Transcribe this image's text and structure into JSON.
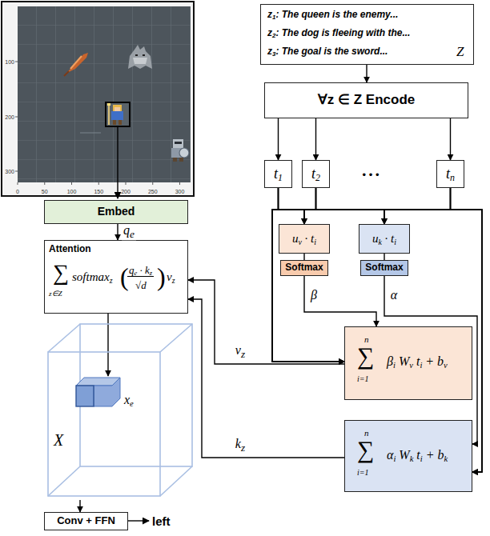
{
  "diagram": {
    "nodes": [
      {
        "text": [
          "z1: The queen is the enemy...",
          "z2: The dog is fleeing with the...",
          "z3: The goal is the sword...",
          "Z"
        ]
      },
      {
        "text": [
          "∀z ∈ Z Encode"
        ]
      },
      {
        "text": [
          "t1"
        ]
      },
      {
        "text": [
          "t2"
        ]
      },
      {
        "text": [
          "tn"
        ]
      },
      {
        "text": [
          "uv · ti"
        ]
      },
      {
        "text": [
          "uk · ti"
        ]
      },
      {
        "text": [
          "Softmax"
        ]
      },
      {
        "text": [
          "Softmax"
        ]
      },
      {
        "text": [
          "n",
          "∑",
          "i=1",
          "βi Wv ti + bv"
        ]
      },
      {
        "text": [
          "n",
          "∑",
          "i=1",
          "αi Wk ti + bk"
        ]
      },
      {
        "text": [
          "Embed"
        ]
      },
      {
        "text": [
          "Attention",
          "∑",
          "z∈Z",
          "softmaxz",
          "(",
          "qe · kz",
          "√d",
          ")",
          "vz"
        ]
      },
      {
        "text": [
          "X"
        ]
      },
      {
        "text": [
          "xe"
        ],
        "in": 13
      },
      {
        "text": [
          "Conv + FFN"
        ]
      }
    ],
    "edges": [
      {
        "from": 0,
        "to": 1,
        "arrow": "to"
      },
      {
        "from": 1,
        "to": 2,
        "arrow": "to"
      },
      {
        "from": 1,
        "to": 3,
        "arrow": "to"
      },
      {
        "from": 1,
        "to": 4,
        "arrow": "to"
      },
      {
        "from": 2,
        "to": 5,
        "arrow": "to"
      },
      {
        "from": 2,
        "to": 6,
        "arrow": "to"
      },
      {
        "from": 2,
        "to": 9,
        "arrow": "to"
      },
      {
        "from": 2,
        "to": 10,
        "arrow": "to"
      },
      {
        "from": 3,
        "to": 5,
        "arrow": "to"
      },
      {
        "from": 3,
        "to": 6,
        "arrow": "to"
      },
      {
        "from": 3,
        "to": 9,
        "arrow": "to"
      },
      {
        "from": 3,
        "to": 10,
        "arrow": "to"
      },
      {
        "from": 4,
        "to": 5,
        "arrow": "to"
      },
      {
        "from": 4,
        "to": 6,
        "arrow": "to"
      },
      {
        "from": 4,
        "to": 9,
        "arrow": "to"
      },
      {
        "from": 4,
        "to": 10,
        "arrow": "to"
      },
      {
        "from": 5,
        "to": 7,
        "arrow": "none"
      },
      {
        "from": 6,
        "to": 8,
        "arrow": "none"
      },
      {
        "from": 7,
        "to": 9,
        "label": "β",
        "arrow": "to"
      },
      {
        "from": 8,
        "to": 10,
        "label": "α",
        "arrow": "to"
      },
      {
        "from": 9,
        "to": 12,
        "label": "vz",
        "arrow": "to"
      },
      {
        "from": 10,
        "to": 12,
        "label": "kz",
        "arrow": "to"
      },
      {
        "from": 11,
        "to": 12,
        "label": "qe",
        "arrow": "to"
      },
      {
        "from": 12,
        "to": 14,
        "arrow": "to"
      },
      {
        "from": 13,
        "to": 15,
        "arrow": "to"
      }
    ],
    "labels": [
      "0",
      "50",
      "100",
      "150",
      "200",
      "250",
      "300",
      "100",
      "200",
      "300",
      "• • •",
      "left"
    ]
  }
}
